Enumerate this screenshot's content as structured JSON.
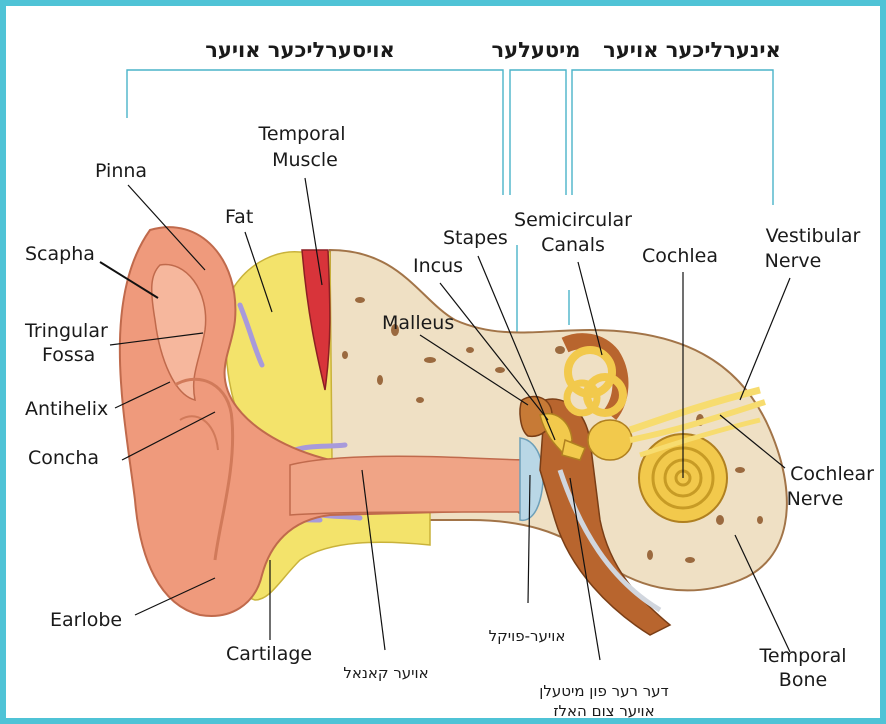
{
  "colors": {
    "frame": "#4fc3d6",
    "bracket": "#4ab3c9",
    "skin": "#ef9a7c",
    "bone": "#efe0c4",
    "fat": "#f3e36b",
    "gold": "#f2c94c",
    "muscle": "#d8343a",
    "middle": "#b8652e"
  },
  "sections": {
    "outer": "אויסערליכער אויער",
    "middle": "מיטעלער",
    "inner": "אינערליכער אויער"
  },
  "labels": {
    "pinna": "Pinna",
    "scapha": "Scapha",
    "tringular_1": "Tringular",
    "tringular_2": "Fossa",
    "antihelix": "Antihelix",
    "concha": "Concha",
    "earlobe": "Earlobe",
    "cartilage": "Cartilage",
    "temporal_muscle_1": "Temporal",
    "temporal_muscle_2": "Muscle",
    "fat": "Fat",
    "stapes": "Stapes",
    "incus": "Incus",
    "malleus": "Malleus",
    "semicircular_1": "Semicircular",
    "semicircular_2": "Canals",
    "cochlea": "Cochlea",
    "vestibular_1": "Vestibular",
    "vestibular_2": "Nerve",
    "cochlear_nerve_1": "Cochlear",
    "cochlear_nerve_2": "Nerve",
    "temporal_bone_1": "Temporal",
    "temporal_bone_2": "Bone",
    "ear_canal": "אויער קאנאל",
    "eardrum": "אויער-פויקל",
    "eustachian_1": "דער רער פון מיטעלן",
    "eustachian_2": "אויער צום האלז"
  }
}
